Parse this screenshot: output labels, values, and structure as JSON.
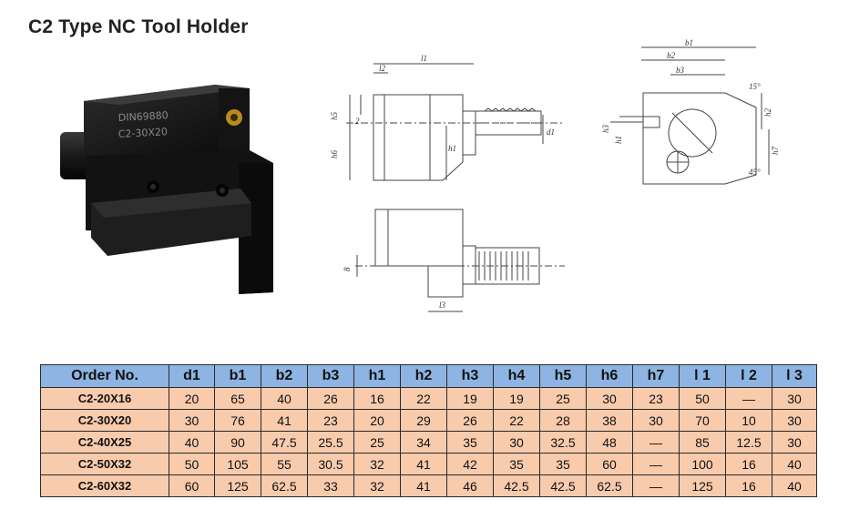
{
  "title": "C2 Type NC Tool Holder",
  "photo": {
    "engraving_line1": "DIN69880",
    "engraving_line2": "C2-30X20"
  },
  "drawing_labels": {
    "l1": "l1",
    "l2": "l2",
    "l3": "l3",
    "b1": "b1",
    "b2": "b2",
    "b3": "b3",
    "h1": "h1",
    "h2": "h2",
    "h3": "h3",
    "h5": "h5",
    "h6": "h6",
    "h7": "h7",
    "d1": "d1",
    "eight": "8",
    "two": "2",
    "angle1": "15°",
    "angle2": "45°"
  },
  "table": {
    "headers": [
      "Order No.",
      "d1",
      "b1",
      "b2",
      "b3",
      "h1",
      "h2",
      "h3",
      "h4",
      "h5",
      "h6",
      "h7",
      "l 1",
      "l 2",
      "l 3"
    ],
    "rows": [
      [
        "C2-20X16",
        "20",
        "65",
        "40",
        "26",
        "16",
        "22",
        "19",
        "19",
        "25",
        "30",
        "23",
        "50",
        "—",
        "30"
      ],
      [
        "C2-30X20",
        "30",
        "76",
        "41",
        "23",
        "20",
        "29",
        "26",
        "22",
        "28",
        "38",
        "30",
        "70",
        "10",
        "30"
      ],
      [
        "C2-40X25",
        "40",
        "90",
        "47.5",
        "25.5",
        "25",
        "34",
        "35",
        "30",
        "32.5",
        "48",
        "—",
        "85",
        "12.5",
        "30"
      ],
      [
        "C2-50X32",
        "50",
        "105",
        "55",
        "30.5",
        "32",
        "41",
        "42",
        "35",
        "35",
        "60",
        "—",
        "100",
        "16",
        "40"
      ],
      [
        "C2-60X32",
        "60",
        "125",
        "62.5",
        "33",
        "32",
        "41",
        "46",
        "42.5",
        "42.5",
        "62.5",
        "—",
        "125",
        "16",
        "40"
      ]
    ]
  }
}
